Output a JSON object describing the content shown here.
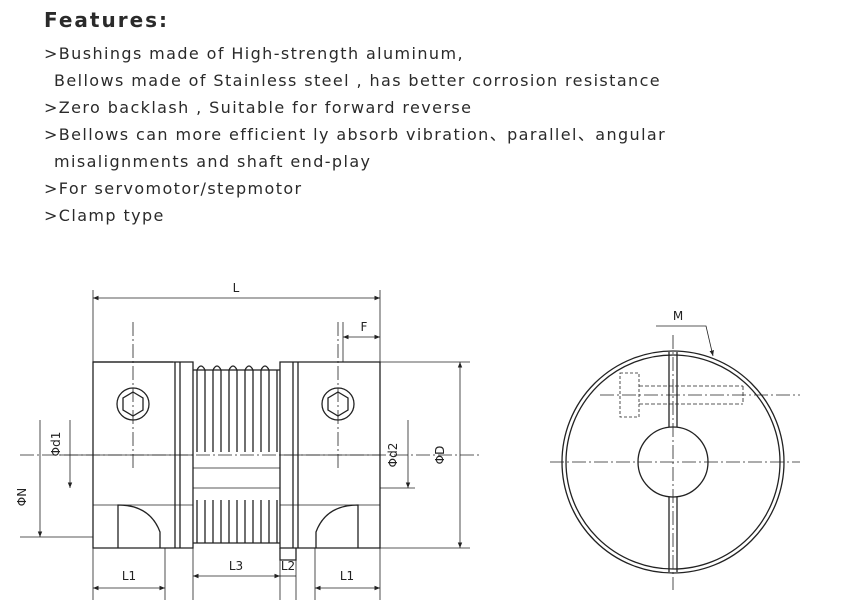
{
  "features": {
    "heading": "Features:",
    "items": [
      {
        "lines": [
          ">Bushings made of High-strength aluminum,",
          "Bellows made of Stainless steel , has better corrosion resistance"
        ]
      },
      {
        "lines": [
          ">Zero backlash , Suitable for forward reverse"
        ]
      },
      {
        "lines": [
          ">Bellows can  more efficient ly absorb vibration、parallel、angular",
          "misalignments and shaft  end-play"
        ]
      },
      {
        "lines": [
          ">For servomotor/stepmotor"
        ]
      },
      {
        "lines": [
          ">Clamp type"
        ]
      }
    ]
  },
  "drawing": {
    "dimensions": {
      "L": "L",
      "F": "F",
      "M": "M",
      "L1_left": "L1",
      "L3": "L3",
      "L2": "L2",
      "L1_right": "L1",
      "d1": "Φd1",
      "d2": "Φd2",
      "D": "ΦD",
      "N": "ΦN"
    }
  }
}
